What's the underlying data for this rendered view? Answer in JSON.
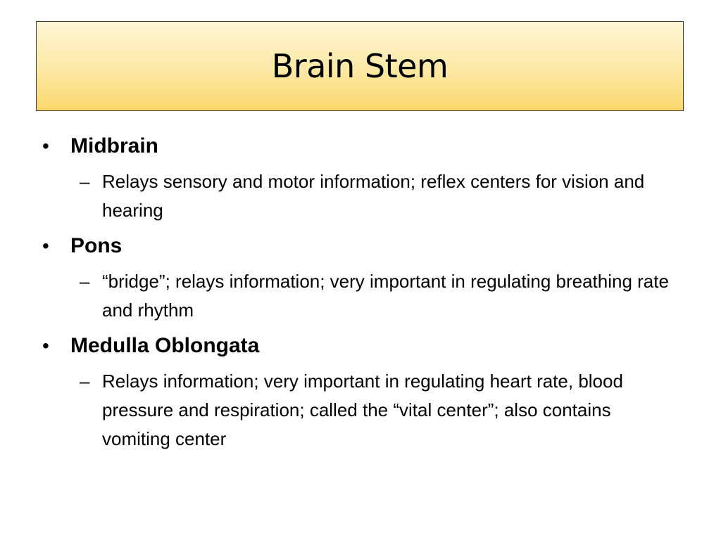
{
  "slide": {
    "title": "Brain Stem",
    "items": [
      {
        "marker": "•",
        "heading": "Midbrain",
        "sub_marker": "–",
        "detail": "Relays sensory and motor information; reflex centers for vision and hearing"
      },
      {
        "marker": "•",
        "heading": "Pons",
        "sub_marker": "–",
        "detail": "“bridge”; relays information; very important in regulating breathing rate and rhythm"
      },
      {
        "marker": "•",
        "heading": "Medulla Oblongata",
        "sub_marker": "–",
        "detail": "Relays information; very important in regulating heart rate, blood pressure and respiration;  called the “vital center”; also contains vomiting center"
      }
    ]
  },
  "colors": {
    "title_gradient_top": "#fef6d6",
    "title_gradient_bottom": "#fbd86e",
    "title_border": "#3a3a3a",
    "text": "#000000",
    "background": "#ffffff"
  }
}
